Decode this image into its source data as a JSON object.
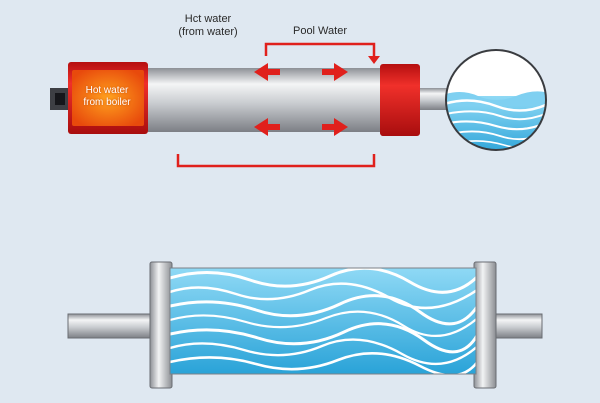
{
  "labels": {
    "hot_water": "Hct water",
    "hot_water_source": "(from water)",
    "pool_water": "Pool Water",
    "boiler_line1": "Hot water",
    "boiler_line2": "from boiler"
  },
  "colors": {
    "background": "#dfe8f1",
    "flange_red": "#e01e1e",
    "boiler_orange": "#f26b10",
    "arrow_red": "#e0201c",
    "tube_silver": "#c9ccd0",
    "water_blue": "#5ac2ea"
  },
  "icons": {
    "flow_arrow": "red-double-arrow",
    "bracket": "red-flow-bracket",
    "magnifier": "water-zoom-circle"
  }
}
